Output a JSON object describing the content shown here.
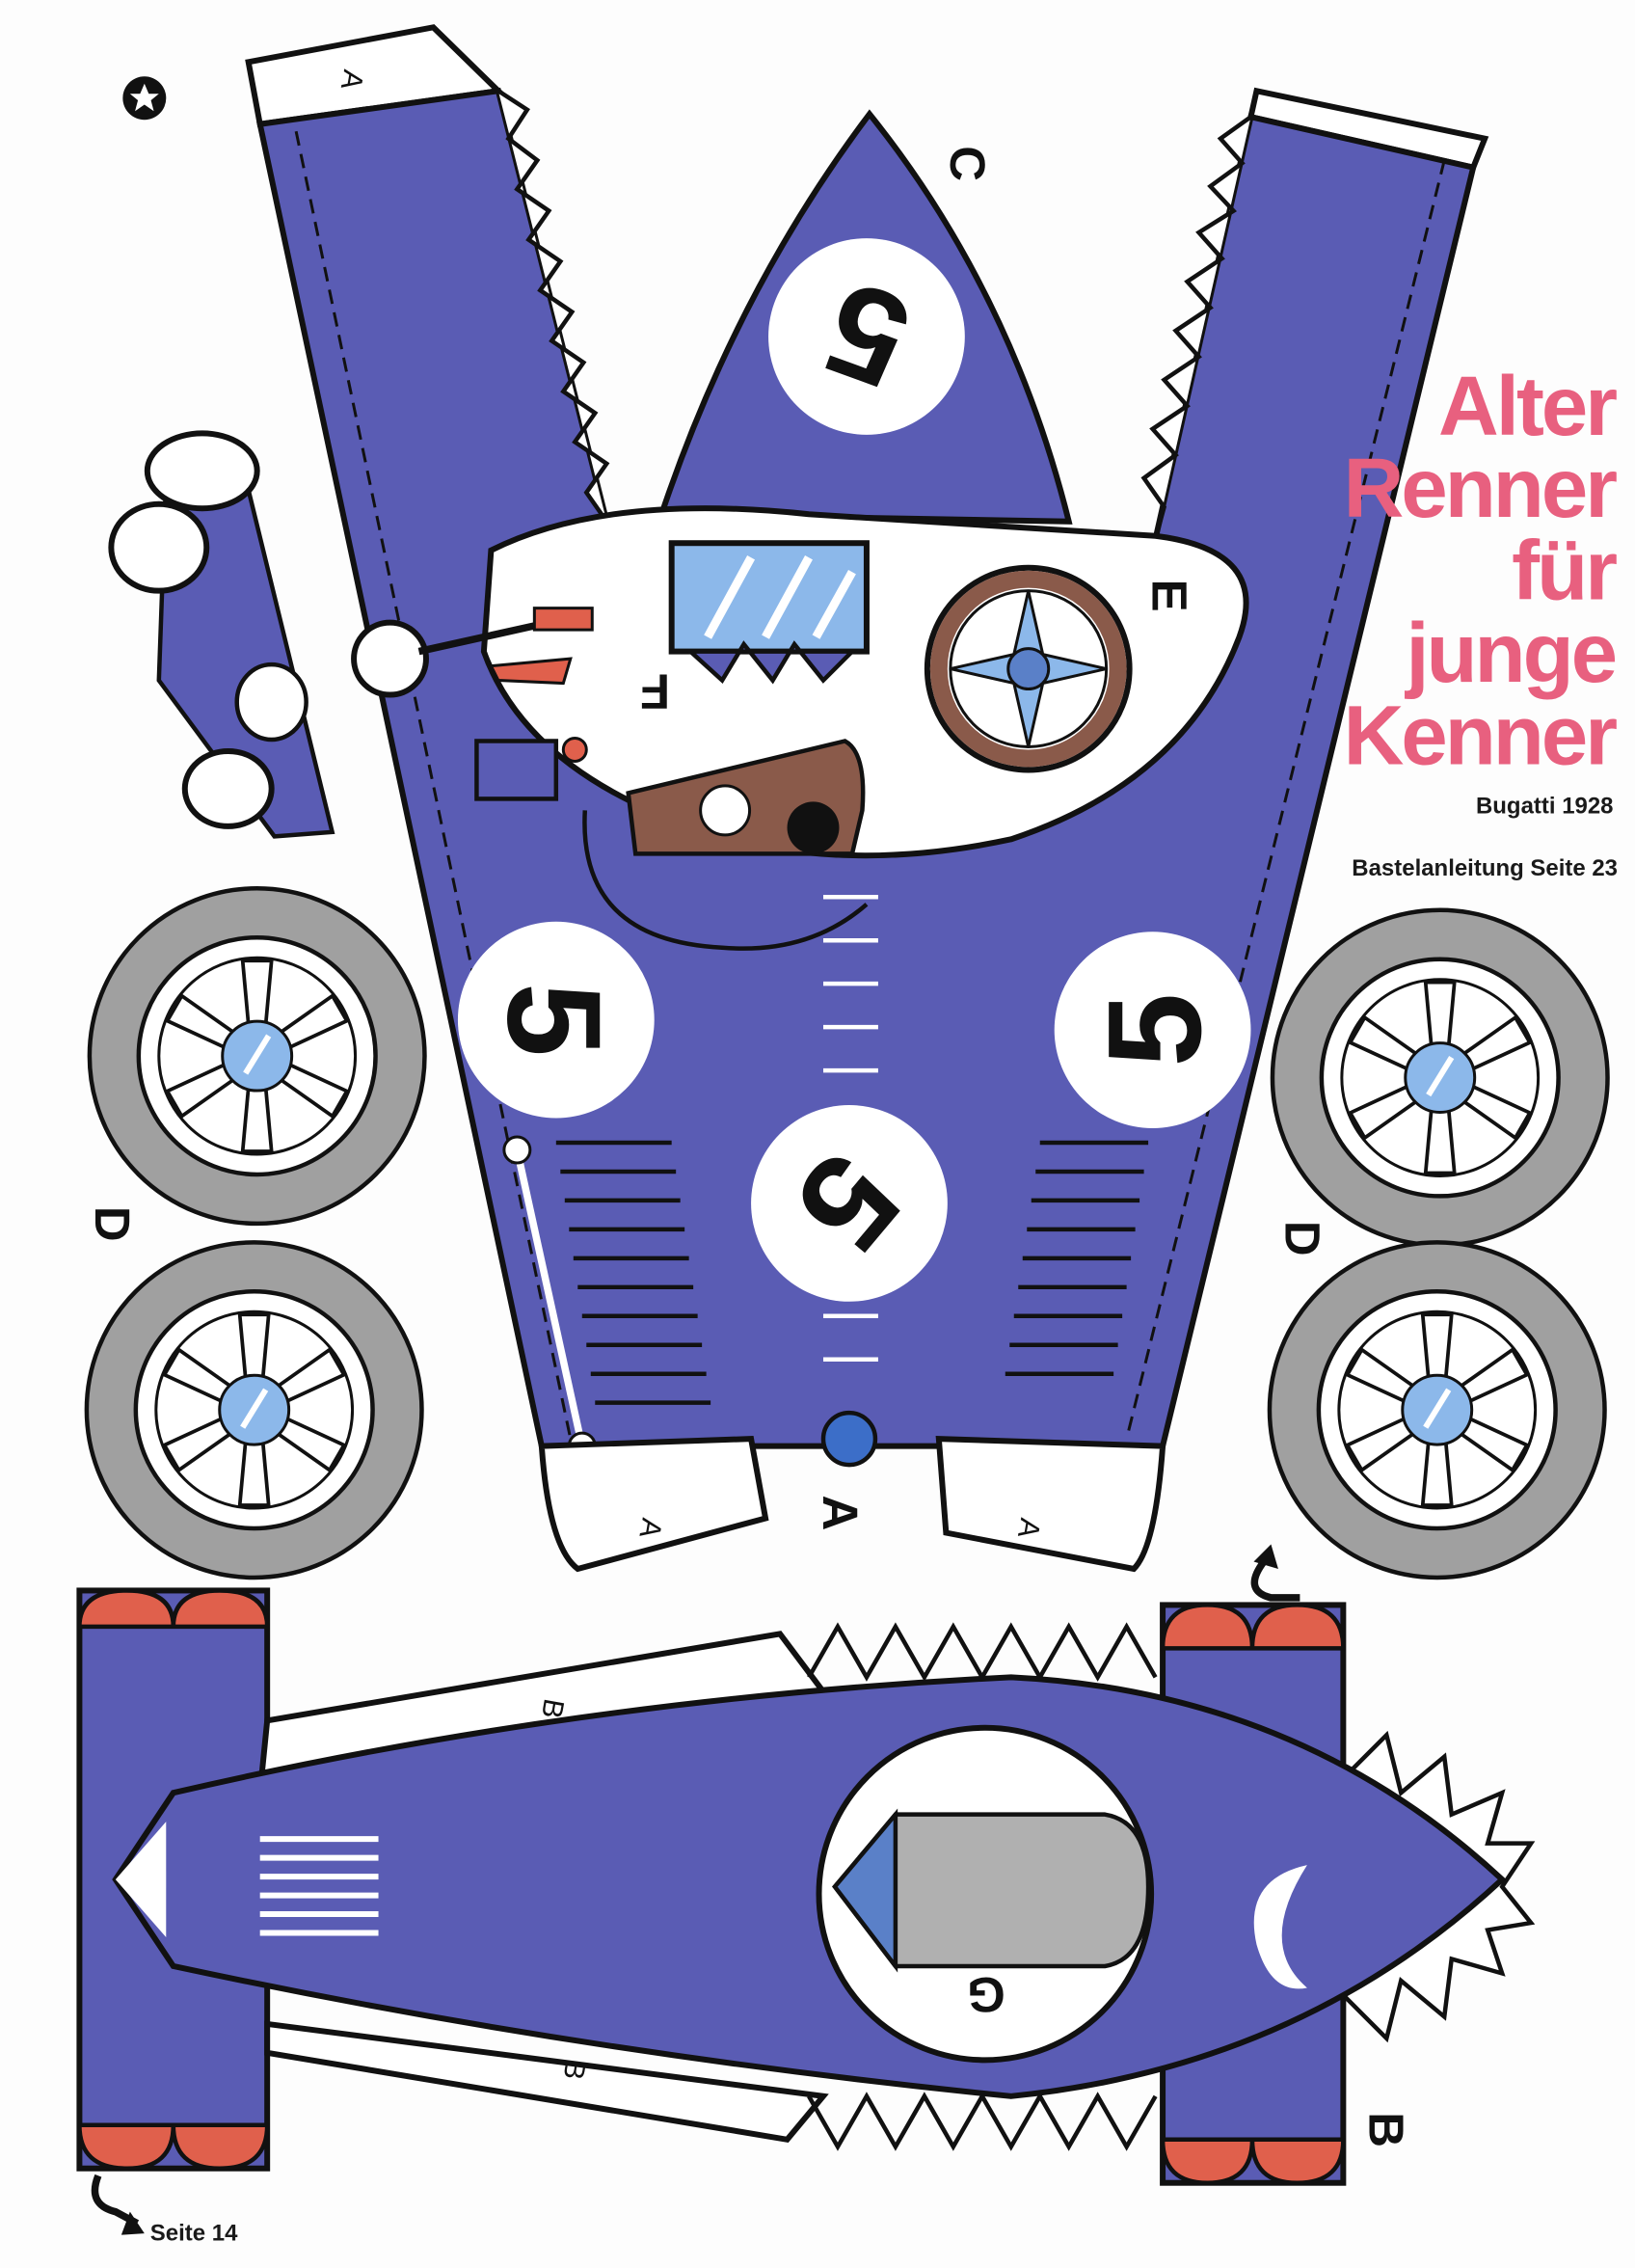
{
  "title": {
    "lines": [
      "Alter",
      "Renner",
      "für",
      "junge",
      "Kenner"
    ],
    "model": "Bugatti 1928",
    "instructions": "Bastelanleitung Seite 23"
  },
  "footer": {
    "page_ref": "Seite 14"
  },
  "parts": {
    "label_a": "A",
    "label_b": "B",
    "label_c": "C",
    "label_d": "D",
    "label_e": "E",
    "label_f": "F",
    "label_g": "G",
    "race_number": "5"
  },
  "colors": {
    "body_blue": "#5a5cb4",
    "title_pink": "#e8607f",
    "tire_gray": "#a0a0a0",
    "hub_blue": "#8cb8ea",
    "cap_red": "#e0604c",
    "dash_brown": "#8a5a4a"
  }
}
